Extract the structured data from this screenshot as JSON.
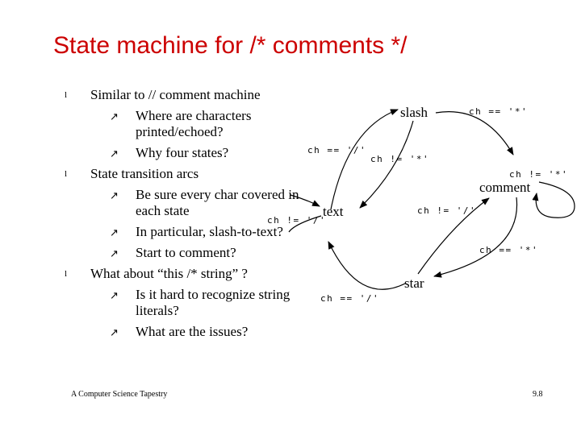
{
  "title": "State machine for /* comments */",
  "bullets": [
    {
      "text": "Similar to // comment machine",
      "subs": [
        "Where are characters printed/echoed?",
        "Why four states?"
      ]
    },
    {
      "text": "State transition arcs",
      "subs": [
        "Be sure every char covered in each state",
        "In particular, slash-to-text?",
        "Start to comment?"
      ]
    },
    {
      "text": "What about “this /* string” ?",
      "subs": [
        "Is it hard to recognize string literals?",
        "What are the issues?"
      ]
    }
  ],
  "diagram": {
    "states": {
      "slash": "slash",
      "text": "text",
      "comment": "comment",
      "star": "star"
    },
    "arcs": {
      "slash_to_comment": "ch == '*'",
      "text_to_slash": "ch == '/'",
      "slash_to_text": "ch != '*'",
      "comment_loop": "ch != '*'",
      "text_loop": "ch != '/'",
      "star_to_comment": "ch != '/'",
      "comment_to_star": "ch == '*'",
      "star_to_text": "ch == '/'"
    }
  },
  "footer": "A Computer Science Tapestry",
  "page_number": "9.8"
}
